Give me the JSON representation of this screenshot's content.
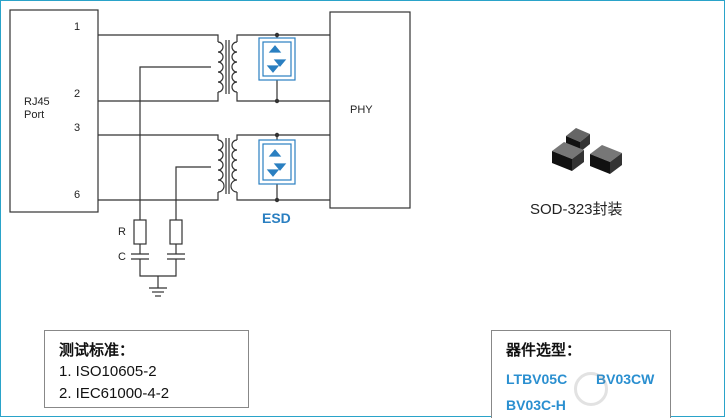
{
  "diagram": {
    "rj45_label": "RJ45\nPort",
    "pins": [
      "1",
      "2",
      "3",
      "6"
    ],
    "phy_label": "PHY",
    "esd_label": "ESD",
    "r_label": "R",
    "c_label": "C"
  },
  "package": {
    "caption": "SOD-323封装"
  },
  "standards": {
    "title": "测试标准：",
    "items": [
      "1.  ISO10605-2",
      "2.  IEC61000-4-2"
    ]
  },
  "selection": {
    "title": "器件选型：",
    "parts": [
      "LTBV05C",
      "BV03CW",
      "BV03C-H"
    ]
  },
  "colors": {
    "line": "#333333",
    "esd": "#2a7fc1",
    "part_text": "#2a8fd0"
  }
}
